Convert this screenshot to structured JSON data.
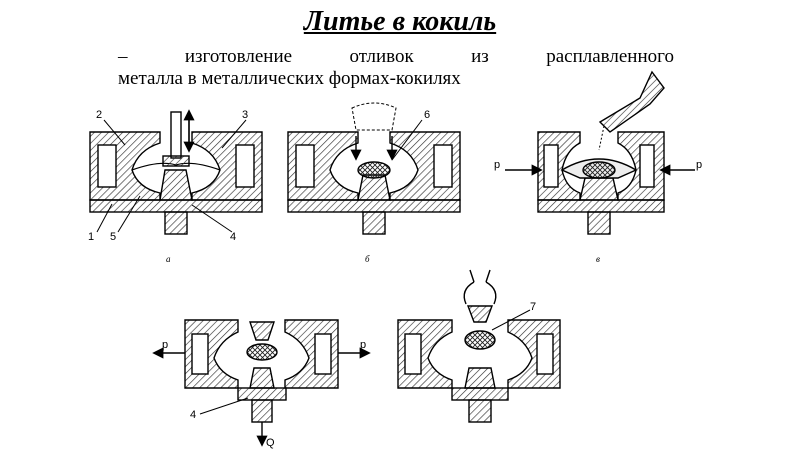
{
  "slide": {
    "title": "Литье в кокиль",
    "subtitle_words": [
      "–",
      "изготовление",
      "отливок",
      "из",
      "расплавленного"
    ],
    "subtitle_line2": "металла в металлических формах-кокилях"
  },
  "figures": [
    {
      "caption": "а",
      "labels": [
        "2",
        "3",
        "1",
        "5",
        "4"
      ]
    },
    {
      "caption": "б",
      "labels": [
        "6"
      ]
    },
    {
      "caption": "в",
      "labels": [
        "p",
        "p"
      ]
    },
    {
      "caption": "",
      "labels": [
        "p",
        "p",
        "4",
        "Q"
      ]
    },
    {
      "caption": "",
      "labels": [
        "7"
      ]
    }
  ],
  "colors": {
    "ink": "#000000",
    "hatch": "#333333",
    "background": "#ffffff"
  }
}
